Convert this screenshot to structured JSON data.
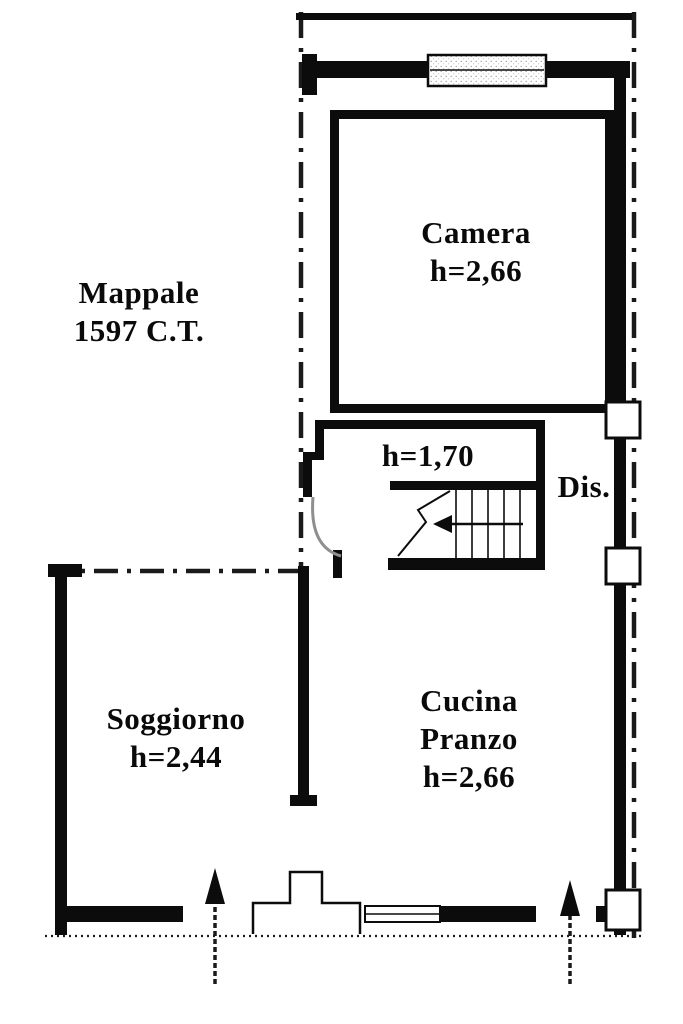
{
  "document": {
    "background_color": "#ffffff",
    "ink_color": "#0c0c0c",
    "door_swing_color": "#8f8f8f"
  },
  "parcel_label": {
    "line1": "Mappale",
    "line2": "1597 C.T."
  },
  "rooms": {
    "camera": {
      "name": "Camera",
      "height": "h=2,66"
    },
    "stair_landing": {
      "height": "h=1,70"
    },
    "disimpegno": {
      "abbr": "Dis."
    },
    "cucina_pranzo": {
      "name_line1": "Cucina",
      "name_line2": "Pranzo",
      "height": "h=2,66"
    },
    "soggiorno": {
      "name": "Soggiorno",
      "height": "h=2,44"
    }
  }
}
